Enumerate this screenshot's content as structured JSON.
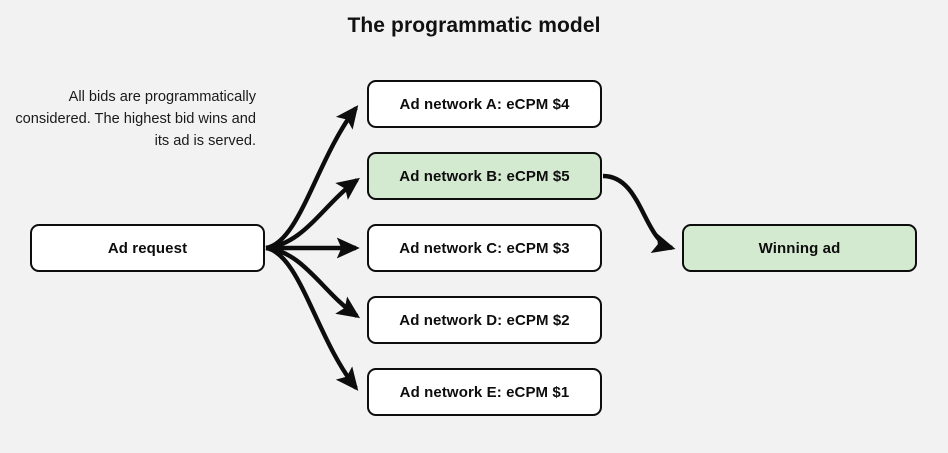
{
  "page": {
    "title": "The programmatic model",
    "background_color": "#f2f2f2",
    "caption": "All bids are programmatically considered. The highest bid wins and its ad is served."
  },
  "colors": {
    "node_fill": "#ffffff",
    "highlight_fill": "#d4ead0",
    "stroke": "#0d0d0d",
    "text": "#0d0d0d"
  },
  "nodes": {
    "request": {
      "label": "Ad request",
      "highlighted": false
    },
    "network_a": {
      "label": "Ad network A: eCPM $4",
      "highlighted": false
    },
    "network_b": {
      "label": "Ad network B: eCPM $5",
      "highlighted": true
    },
    "network_c": {
      "label": "Ad network C: eCPM $3",
      "highlighted": false
    },
    "network_d": {
      "label": "Ad network D: eCPM $2",
      "highlighted": false
    },
    "network_e": {
      "label": "Ad network E: eCPM $1",
      "highlighted": false
    },
    "winner": {
      "label": "Winning ad",
      "highlighted": true
    }
  },
  "edges": [
    {
      "from": "Ad request",
      "to": "Ad network A: eCPM $4"
    },
    {
      "from": "Ad request",
      "to": "Ad network B: eCPM $5"
    },
    {
      "from": "Ad request",
      "to": "Ad network C: eCPM $3"
    },
    {
      "from": "Ad request",
      "to": "Ad network D: eCPM $2"
    },
    {
      "from": "Ad request",
      "to": "Ad network E: eCPM $1"
    },
    {
      "from": "Ad network B: eCPM $5",
      "to": "Winning ad"
    }
  ]
}
